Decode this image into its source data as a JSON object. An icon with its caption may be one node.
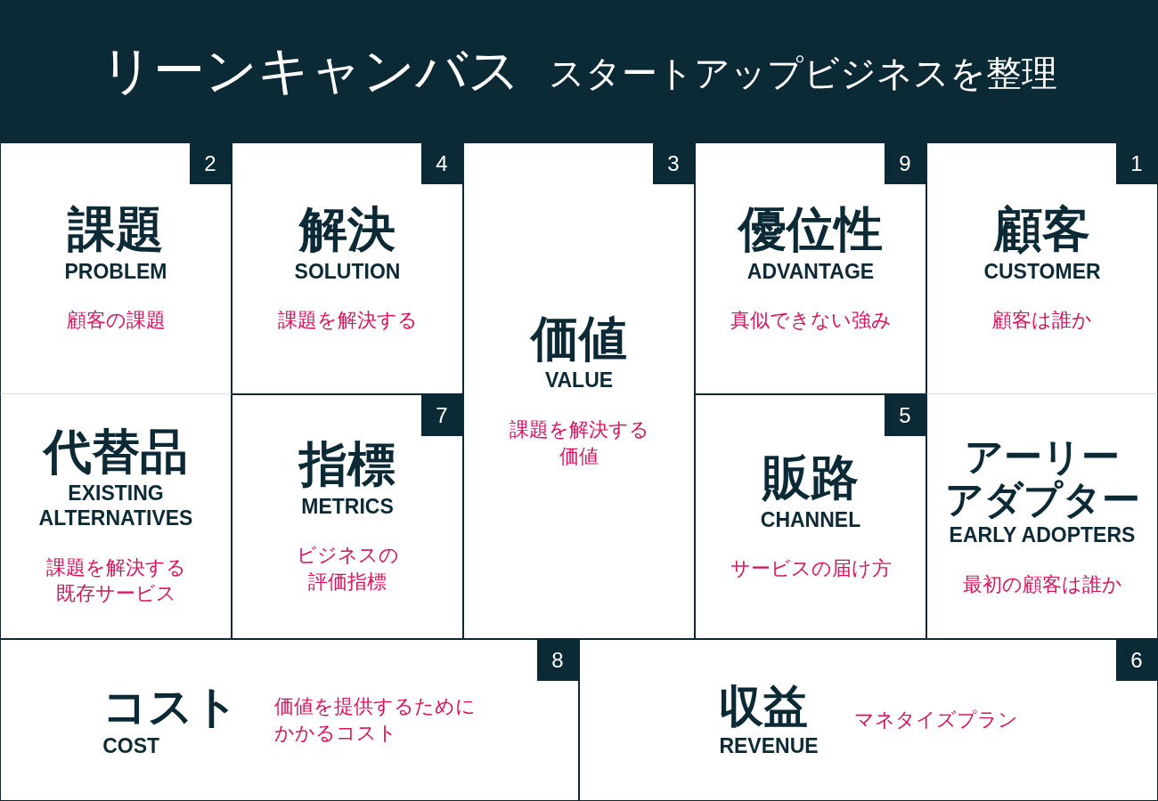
{
  "diagram": {
    "title": "リーンキャンバス",
    "labels": [
      "スタートアップビジネスを整理"
    ],
    "nodes": [
      {
        "text": [
          "課題",
          "PROBLEM",
          "顧客の課題"
        ]
      },
      {
        "text": [
          "2"
        ],
        "in": 0
      },
      {
        "text": [
          "解決",
          "SOLUTION",
          "課題を解決する"
        ]
      },
      {
        "text": [
          "4"
        ],
        "in": 2
      },
      {
        "text": [
          "価値",
          "VALUE",
          "課題を解決する価値"
        ]
      },
      {
        "text": [
          "3"
        ],
        "in": 4
      },
      {
        "text": [
          "優位性",
          "ADVANTAGE",
          "真似できない強み"
        ]
      },
      {
        "text": [
          "9"
        ],
        "in": 6
      },
      {
        "text": [
          "顧客",
          "CUSTOMER",
          "顧客は誰か"
        ]
      },
      {
        "text": [
          "1"
        ],
        "in": 8
      },
      {
        "text": [
          "代替品",
          "EXISTING ALTERNATIVES",
          "課題を解決する既存サービス"
        ]
      },
      {
        "text": [
          "指標",
          "METRICS",
          "ビジネスの評価指標"
        ]
      },
      {
        "text": [
          "7"
        ],
        "in": 11
      },
      {
        "text": [
          "販路",
          "CHANNEL",
          "サービスの届け方"
        ]
      },
      {
        "text": [
          "5"
        ],
        "in": 13
      },
      {
        "text": [
          "アーリーアダプター",
          "EARLY ADOPTERS",
          "最初の顧客は誰か"
        ]
      },
      {
        "text": [
          "コスト",
          "COST",
          "価値を提供するためにかかるコスト"
        ]
      },
      {
        "text": [
          "8"
        ],
        "in": 16
      },
      {
        "text": [
          "収益",
          "REVENUE",
          "マネタイズプラン"
        ]
      },
      {
        "text": [
          "6"
        ],
        "in": 18
      }
    ]
  }
}
